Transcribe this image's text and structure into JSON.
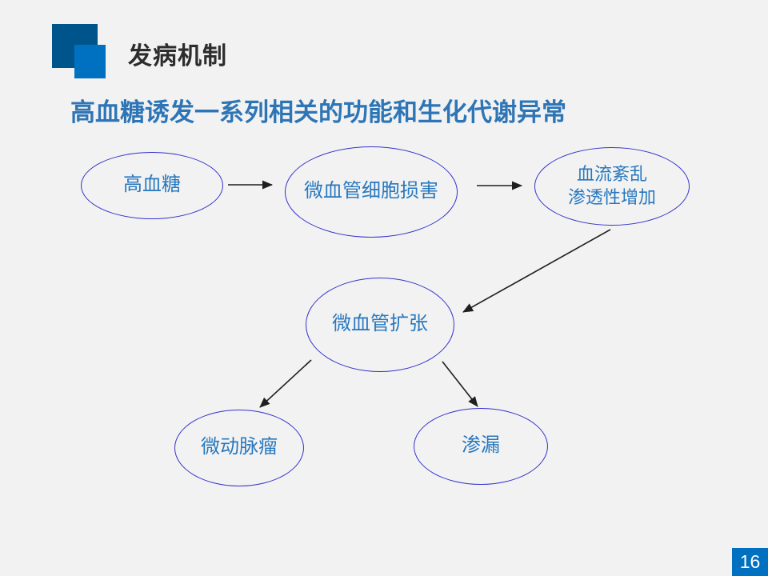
{
  "colors": {
    "background": "#f2f2f2",
    "title_text": "#2d2d2d",
    "accent_square_dark": "#00548c",
    "accent_square_light": "#0070c0",
    "subtitle_text": "#2e75b6",
    "node_border": "#3333cc",
    "node_text": "#2878be",
    "arrow": "#1f1f1f",
    "page_badge_bg": "#0070c0",
    "page_badge_text": "#ffffff"
  },
  "header": {
    "title": "发病机制"
  },
  "subtitle": "高血糖诱发一系列相关的功能和生化代谢异常",
  "diagram": {
    "nodes": [
      {
        "id": "hyperglycemia",
        "label": "高血糖"
      },
      {
        "id": "microvascular-cell-damage",
        "label": "微血管细胞损害"
      },
      {
        "id": "blood-flow-disorder-permeability-increase",
        "line1": "血流紊乱",
        "line2": "渗透性增加"
      },
      {
        "id": "microvascular-dilation",
        "label": "微血管扩张"
      },
      {
        "id": "microaneurysm",
        "label": "微动脉瘤"
      },
      {
        "id": "leakage",
        "label": "渗漏"
      }
    ],
    "edges": [
      {
        "from": "高血糖",
        "to": "微血管细胞损害"
      },
      {
        "from": "微血管细胞损害",
        "to": "血流紊乱渗透性增加"
      },
      {
        "from": "血流紊乱渗透性增加",
        "to": "微血管扩张"
      },
      {
        "from": "微血管扩张",
        "to": "微动脉瘤"
      },
      {
        "from": "微血管扩张",
        "to": "渗漏"
      }
    ]
  },
  "footer": {
    "page_number": "16"
  }
}
